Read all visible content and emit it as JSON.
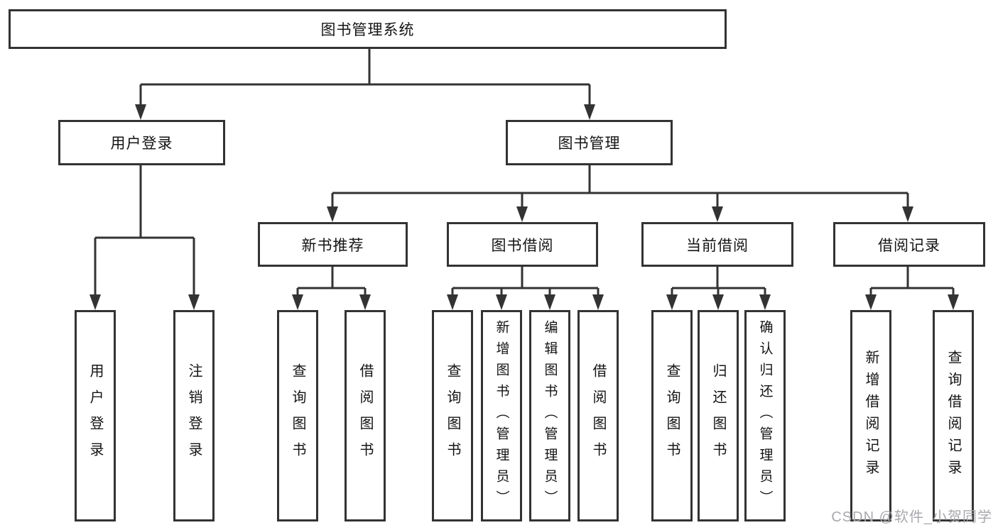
{
  "diagram": {
    "root": {
      "label": "图书管理系统"
    },
    "level1": [
      {
        "label": "用户登录",
        "children": [
          {
            "label": "用户登录"
          },
          {
            "label": "注销登录"
          }
        ]
      },
      {
        "label": "图书管理",
        "children": [
          {
            "label": "新书推荐",
            "children": [
              {
                "label": "查询图书"
              },
              {
                "label": "借阅图书"
              }
            ]
          },
          {
            "label": "图书借阅",
            "children": [
              {
                "label": "查询图书"
              },
              {
                "label": "新增图书（管理员）"
              },
              {
                "label": "编辑图书（管理员）"
              },
              {
                "label": "借阅图书"
              }
            ]
          },
          {
            "label": "当前借阅",
            "children": [
              {
                "label": "查询图书"
              },
              {
                "label": "归还图书"
              },
              {
                "label": "确认归还（管理员）"
              }
            ]
          },
          {
            "label": "借阅记录",
            "children": [
              {
                "label": "新增借阅记录"
              },
              {
                "label": "查询借阅记录"
              }
            ]
          }
        ]
      }
    ]
  },
  "watermark": {
    "text": "CSDN @软件_小贺同学"
  },
  "colors": {
    "line": "#333333",
    "watermark": "#a9a9ae"
  }
}
